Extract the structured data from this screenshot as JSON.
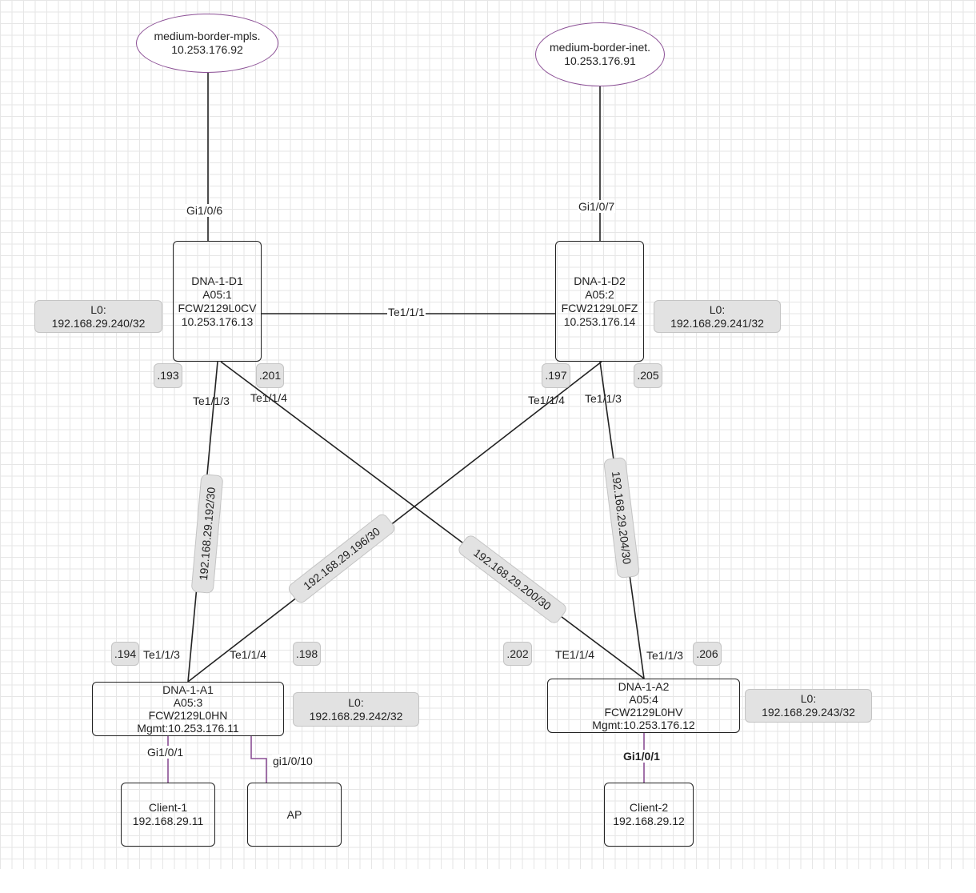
{
  "borders": [
    {
      "name": "medium-border-mpls.",
      "ip": "10.253.176.92"
    },
    {
      "name": "medium-border-inet.",
      "ip": "10.253.176.91"
    }
  ],
  "distribution": [
    {
      "name": "DNA-1-D1",
      "slot": "A05:1",
      "serial": "FCW2129L0CV",
      "ip": "10.253.176.13",
      "loopback_label": "L0:",
      "loopback_ip": "192.168.29.240/32"
    },
    {
      "name": "DNA-1-D2",
      "slot": "A05:2",
      "serial": "FCW2129L0FZ",
      "ip": "10.253.176.14",
      "loopback_label": "L0:",
      "loopback_ip": "192.168.29.241/32"
    }
  ],
  "access": [
    {
      "name": "DNA-1-A1",
      "slot": "A05:3",
      "serial": "FCW2129L0HN",
      "mgmt": "Mgmt:10.253.176.11",
      "loopback_label": "L0:",
      "loopback_ip": "192.168.29.242/32"
    },
    {
      "name": "DNA-1-A2",
      "slot": "A05:4",
      "serial": "FCW2129L0HV",
      "mgmt": "Mgmt:10.253.176.12",
      "loopback_label": "L0:",
      "loopback_ip": "192.168.29.243/32"
    }
  ],
  "endpoints": [
    {
      "name": "Client-1",
      "ip": "192.168.29.11"
    },
    {
      "name": "AP"
    },
    {
      "name": "Client-2",
      "ip": "192.168.29.12"
    }
  ],
  "interfaces": {
    "d1_uplink": "Gi1/0/6",
    "d2_uplink": "Gi1/0/7",
    "d1_d2_link": "Te1/1/1",
    "d1_te113": "Te1/1/3",
    "d1_te114": "Te1/1/4",
    "d2_te114": "Te1/1/4",
    "d2_te113": "Te1/1/3",
    "a1_te113": "Te1/1/3",
    "a1_te114": "Te1/1/4",
    "a2_te114": "TE1/1/4",
    "a2_te113": "Te1/1/3",
    "a1_gi101": "Gi1/0/1",
    "a1_gi1010": "gi1/0/10",
    "a2_gi101": "Gi1/0/1"
  },
  "host_octets": {
    "d1_left": ".193",
    "d1_right": ".201",
    "d2_left": ".197",
    "d2_right": ".205",
    "a1_left": ".194",
    "a1_right": ".198",
    "a2_left": ".202",
    "a2_right": ".206"
  },
  "subnets": {
    "d1_a1": "192.168.29.192/30",
    "d2_a1": "192.168.29.196/30",
    "d1_a2": "192.168.29.200/30",
    "d2_a2": "192.168.29.204/30"
  },
  "colors": {
    "border_outline": "#8b4f95",
    "access_link": "#8b4f95",
    "link": "#222222",
    "tag_fill": "#e2e2e2"
  }
}
